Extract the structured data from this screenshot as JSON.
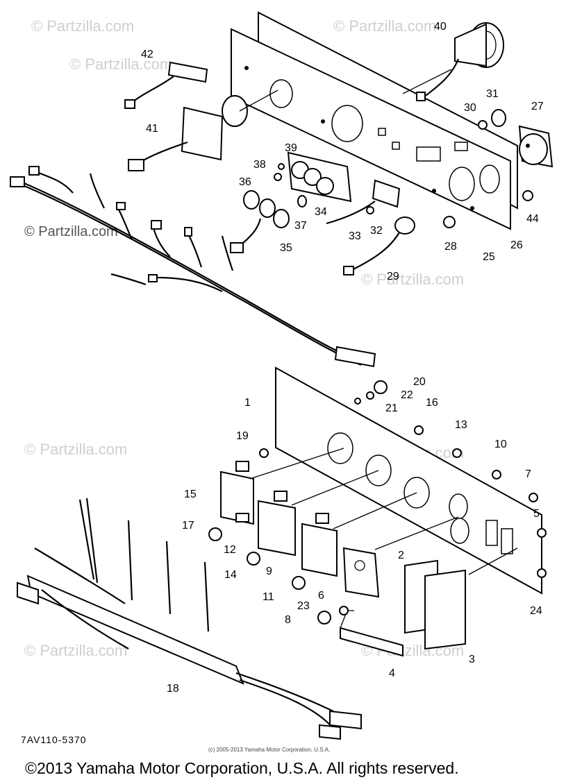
{
  "watermark": "© Partzilla.com",
  "drawing_code": "7AV110-5370",
  "small_copyright": "(c) 2005-2013 Yamaha Motor Corporation, U.S.A.",
  "footer_copyright": "©2013 Yamaha Motor Corporation, U.S.A. All rights reserved.",
  "callouts": [
    "1",
    "2",
    "3",
    "4",
    "5",
    "6",
    "7",
    "8",
    "9",
    "10",
    "11",
    "12",
    "13",
    "14",
    "15",
    "16",
    "17",
    "18",
    "19",
    "20",
    "21",
    "22",
    "23",
    "24",
    "25",
    "26",
    "27",
    "28",
    "29",
    "30",
    "31",
    "32",
    "33",
    "34",
    "35",
    "36",
    "37",
    "38",
    "39",
    "40",
    "41",
    "42",
    "44"
  ]
}
